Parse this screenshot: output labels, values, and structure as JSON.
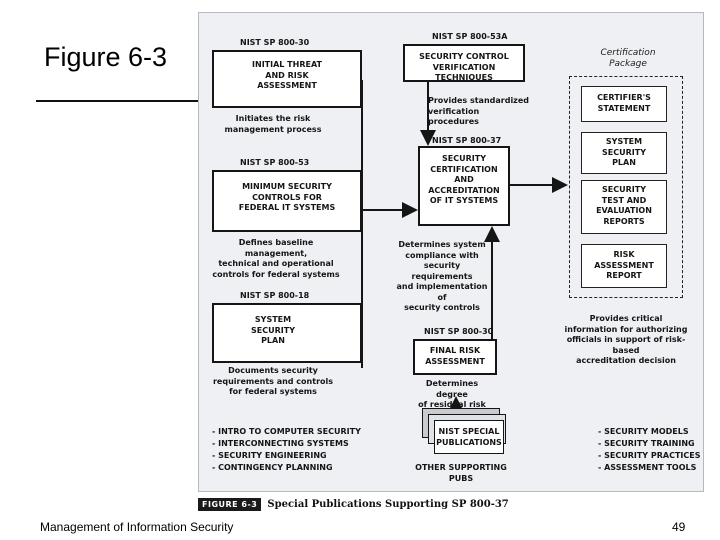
{
  "slide": {
    "title": "Figure 6-3",
    "footer": "Management of Information Security",
    "page_number": "49"
  },
  "diagram": {
    "left_column": [
      {
        "ref": "NIST SP 800-30",
        "box": "INITIAL THREAT\nAND RISK\nASSESSMENT",
        "desc": "Initiates the risk\nmanagement process"
      },
      {
        "ref": "NIST SP 800-53",
        "box": "MINIMUM SECURITY\nCONTROLS FOR\nFEDERAL IT SYSTEMS",
        "desc": "Defines baseline management,\ntechnical and operational\ncontrols for federal systems"
      },
      {
        "ref": "NIST SP 800-18",
        "box": "SYSTEM\nSECURITY\nPLAN",
        "desc": "Documents security\nrequirements and controls\nfor federal systems"
      }
    ],
    "top_center": {
      "ref": "NIST SP 800-53A",
      "box": "SECURITY CONTROL\nVERIFICATION TECHNIQUES",
      "desc": "Provides standardized\nverification procedures"
    },
    "center": {
      "ref": "NIST SP 800-37",
      "box": "SECURITY\nCERTIFICATION\nAND\nACCREDITATION\nOF IT SYSTEMS",
      "desc": "Determines system\ncompliance with\nsecurity requirements\nand implementation of\nsecurity controls"
    },
    "bottom_center": {
      "ref": "NIST SP 800-30",
      "box": "FINAL RISK\nASSESSMENT",
      "desc": "Determines degree\nof residual risk"
    },
    "package": {
      "title": "Certification\nPackage",
      "items": [
        "CERTIFIER'S\nSTATEMENT",
        "SYSTEM\nSECURITY\nPLAN",
        "SECURITY\nTEST AND\nEVALUATION\nREPORTS",
        "RISK\nASSESSMENT\nREPORT"
      ],
      "desc": "Provides critical\ninformation for authorizing\nofficials in support of risk-based\naccreditation decision"
    },
    "publications": {
      "label": "NIST SPECIAL\nPUBLICATIONS",
      "caption": "OTHER SUPPORTING PUBS"
    },
    "left_list": [
      "- INTRO TO COMPUTER SECURITY",
      "- INTERCONNECTING SYSTEMS",
      "- SECURITY ENGINEERING",
      "- CONTINGENCY PLANNING"
    ],
    "right_list": [
      "- SECURITY MODELS",
      "- SECURITY TRAINING",
      "- SECURITY PRACTICES",
      "- ASSESSMENT TOOLS"
    ],
    "figure_label": "FIGURE 6-3",
    "figure_caption": "Special Publications Supporting SP 800-37"
  }
}
